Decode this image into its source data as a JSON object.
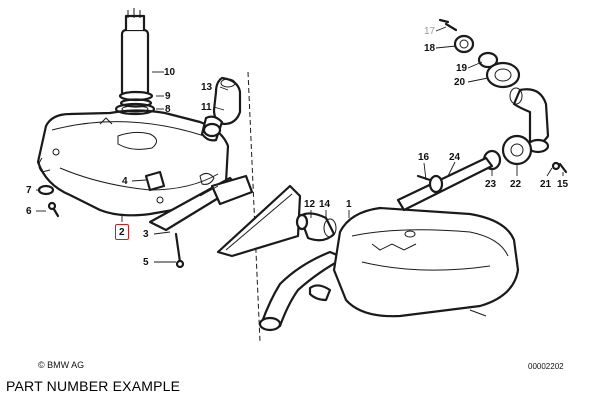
{
  "callouts": [
    {
      "id": "c1",
      "text": "1"
    },
    {
      "id": "c2",
      "text": "2"
    },
    {
      "id": "c3",
      "text": "3"
    },
    {
      "id": "c4",
      "text": "4"
    },
    {
      "id": "c5",
      "text": "5"
    },
    {
      "id": "c6",
      "text": "6"
    },
    {
      "id": "c7",
      "text": "7"
    },
    {
      "id": "c8",
      "text": "8"
    },
    {
      "id": "c9",
      "text": "9"
    },
    {
      "id": "c10",
      "text": "10"
    },
    {
      "id": "c11",
      "text": "11"
    },
    {
      "id": "c12",
      "text": "12"
    },
    {
      "id": "c13",
      "text": "13"
    },
    {
      "id": "c14",
      "text": "14"
    },
    {
      "id": "c15",
      "text": "15"
    },
    {
      "id": "c16",
      "text": "16"
    },
    {
      "id": "c17",
      "text": "17"
    },
    {
      "id": "c18",
      "text": "18"
    },
    {
      "id": "c19",
      "text": "19"
    },
    {
      "id": "c20",
      "text": "20"
    },
    {
      "id": "c21",
      "text": "21"
    },
    {
      "id": "c22",
      "text": "22"
    },
    {
      "id": "c23",
      "text": "23"
    },
    {
      "id": "c24",
      "text": "24"
    }
  ],
  "highlighted_callout": "2",
  "highlight_color": "#d01c1c",
  "copyright": "© BMW AG",
  "drawing_number": "00002202",
  "caption": "PART NUMBER EXAMPLE"
}
